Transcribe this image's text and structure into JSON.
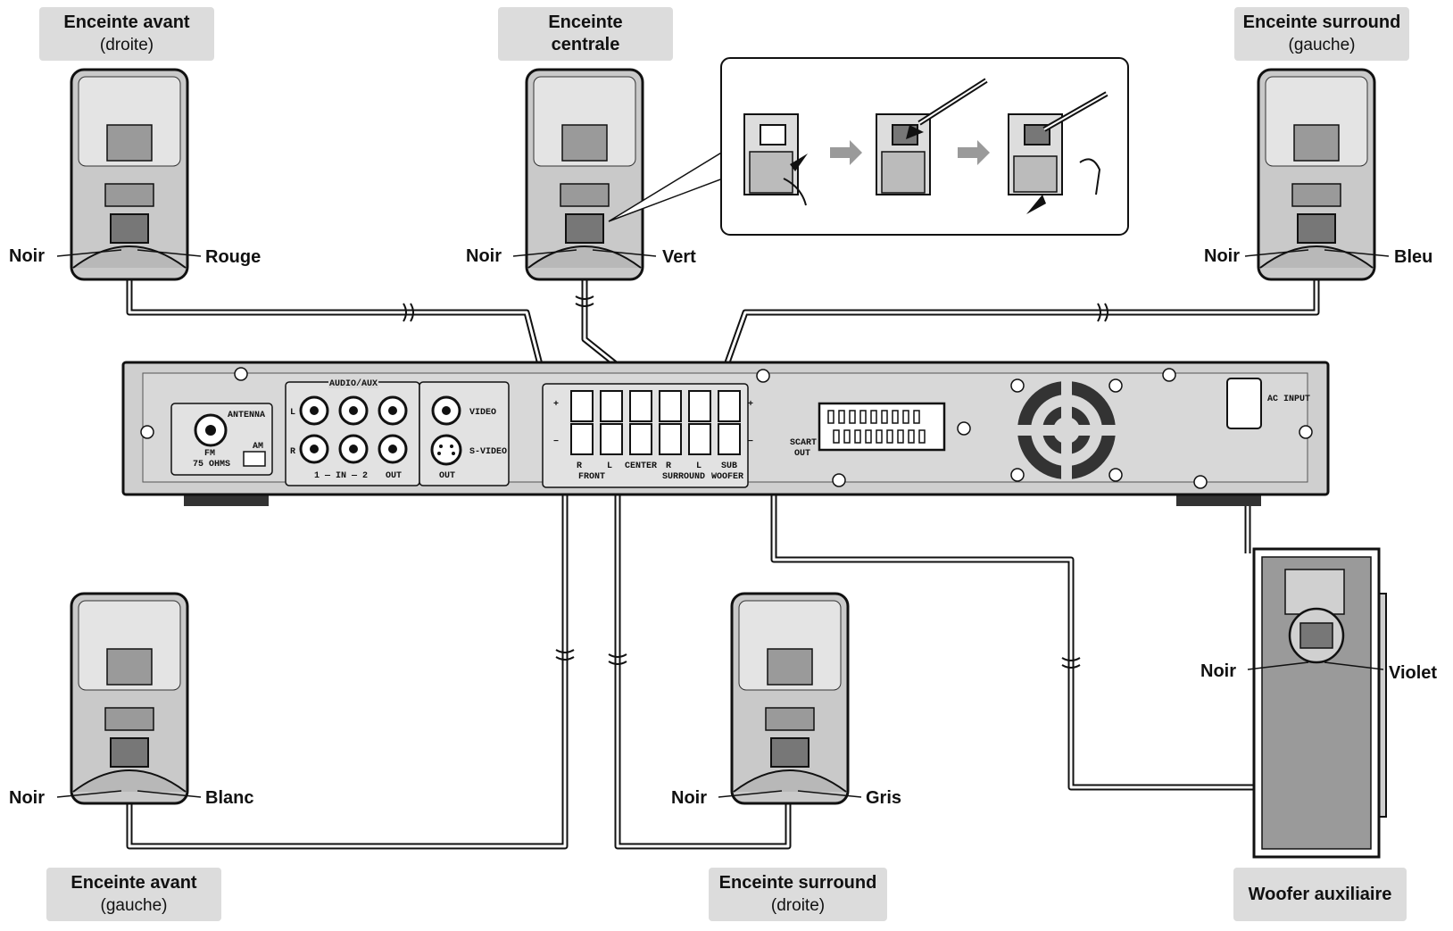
{
  "speakers": {
    "front_right": {
      "title": "Enceinte avant",
      "sub": "(droite)"
    },
    "center": {
      "title1": "Enceinte",
      "title2": "centrale"
    },
    "surround_left": {
      "title": "Enceinte surround",
      "sub": "(gauche)"
    },
    "front_left": {
      "title": "Enceinte avant",
      "sub": "(gauche)"
    },
    "surround_right": {
      "title": "Enceinte surround",
      "sub": "(droite)"
    },
    "subwoofer": {
      "title": "Woofer auxiliaire"
    }
  },
  "wires": {
    "front_right": {
      "neg": "Noir",
      "pos": "Rouge"
    },
    "center": {
      "neg": "Noir",
      "pos": "Vert"
    },
    "surround_left": {
      "neg": "Noir",
      "pos": "Bleu"
    },
    "front_left": {
      "neg": "Noir",
      "pos": "Blanc"
    },
    "surround_right": {
      "neg": "Noir",
      "pos": "Gris"
    },
    "subwoofer": {
      "neg": "Noir",
      "pos": "Violet"
    }
  },
  "receiver": {
    "antenna": "ANTENNA",
    "fm": "FM",
    "ohms": "75 OHMS",
    "am": "AM",
    "audio_aux": "AUDIO/AUX",
    "l": "L",
    "r": "R",
    "in_label": "1 — IN — 2",
    "out": "OUT",
    "video": "VIDEO",
    "s_video": "S-VIDEO",
    "s_video_out": "OUT",
    "plus": "+",
    "minus": "−",
    "t_r": "R",
    "t_l": "L",
    "t_front": "FRONT",
    "t_center": "CENTER",
    "t_r2": "R",
    "t_l2": "L",
    "t_surround": "SURROUND",
    "t_sub": "SUB",
    "t_woofer": "WOOFER",
    "scart": "SCART",
    "scart_out": "OUT",
    "ac_input": "AC INPUT"
  }
}
